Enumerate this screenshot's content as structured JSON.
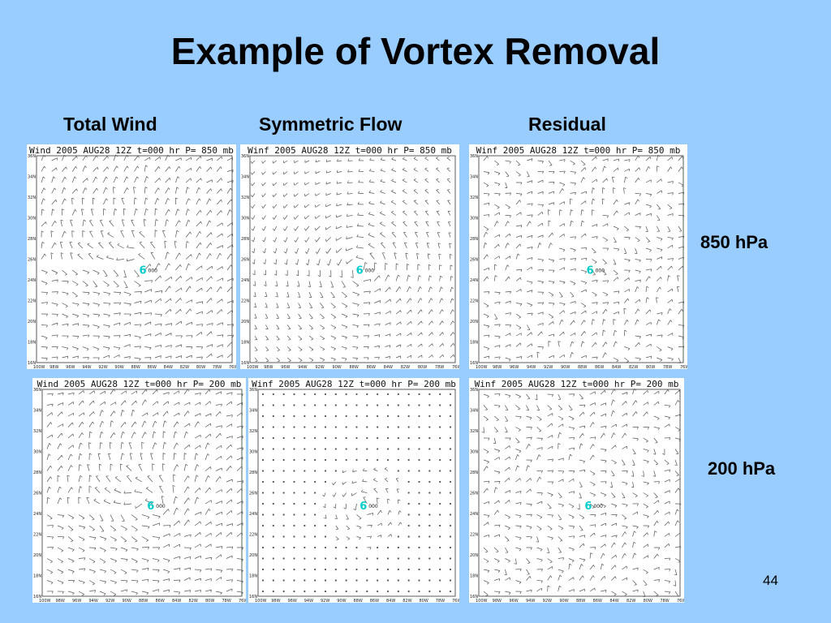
{
  "slide": {
    "title": "Example of Vortex Removal",
    "page_number": "44"
  },
  "columns": [
    "Total Wind",
    "Symmetric Flow",
    "Residual"
  ],
  "rows": [
    "850 hPa",
    "200 hPa"
  ],
  "axes": {
    "y_ticks": [
      "36N",
      "34N",
      "32N",
      "30N",
      "28N",
      "26N",
      "24N",
      "22N",
      "20N",
      "18N",
      "16N"
    ],
    "x_ticks": [
      "100W",
      "98W",
      "96W",
      "94W",
      "92W",
      "90W",
      "88W",
      "86W",
      "84W",
      "82W",
      "80W",
      "78W",
      "76W"
    ]
  },
  "storm_label": "000",
  "panels": [
    {
      "name": "total-wind-850",
      "title": "Wind 2005 AUG28 12Z t=000 hr P= 850 mb",
      "mode": "total",
      "level": "850"
    },
    {
      "name": "symmetric-flow-850",
      "title": "Winf 2005 AUG28 12Z t=000 hr P= 850 mb",
      "mode": "sym",
      "level": "850"
    },
    {
      "name": "residual-850",
      "title": "Winf 2005 AUG28 12Z t=000 hr P= 850 mb",
      "mode": "resid",
      "level": "850"
    },
    {
      "name": "total-wind-200",
      "title": "Wind 2005 AUG28 12Z t=000 hr P= 200 mb",
      "mode": "total",
      "level": "200"
    },
    {
      "name": "symmetric-flow-200",
      "title": "Winf 2005 AUG28 12Z t=000 hr P= 200 mb",
      "mode": "sym",
      "level": "200"
    },
    {
      "name": "residual-200",
      "title": "Winf 2005 AUG28 12Z t=000 hr P= 200 mb",
      "mode": "resid",
      "level": "200"
    }
  ],
  "colors": {
    "background": "#99ccff",
    "storm_symbol": "#00cccc"
  }
}
